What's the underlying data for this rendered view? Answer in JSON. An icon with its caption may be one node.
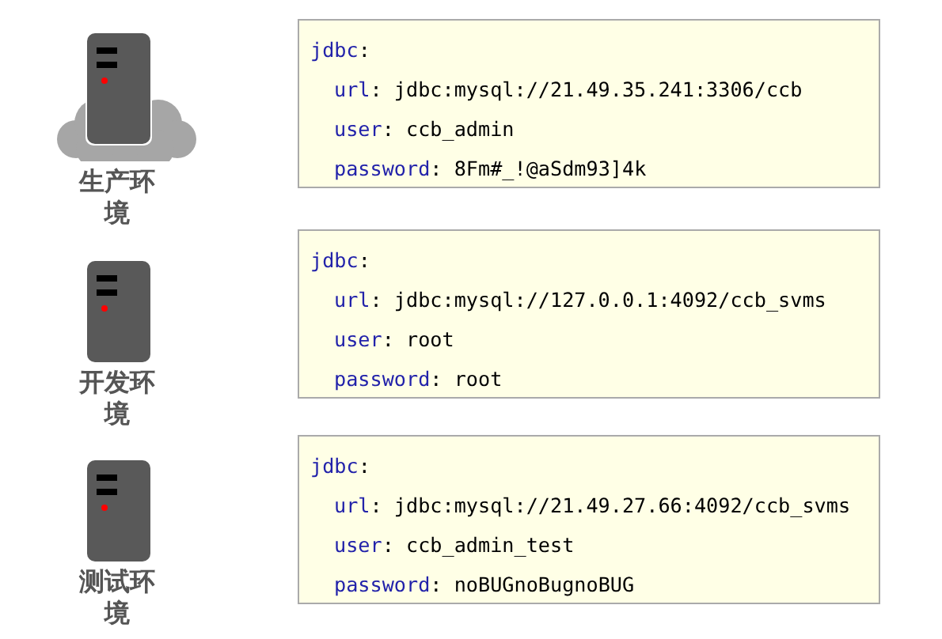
{
  "diagram": {
    "nodes": [
      {
        "text": [
          "生产环境"
        ]
      },
      {
        "text": [
          "jdbc:",
          "url: jdbc:mysql://21.49.35.241:3306/ccb",
          "user: ccb_admin",
          "password: 8Fm#_!@aSdm93]4k"
        ]
      },
      {
        "text": [
          "开发环境"
        ]
      },
      {
        "text": [
          "jdbc:",
          "url: jdbc:mysql://127.0.0.1:4092/ccb_svms",
          "user: root",
          "password: root"
        ]
      },
      {
        "text": [
          "测试环境"
        ]
      },
      {
        "text": [
          "jdbc:",
          "url: jdbc:mysql://21.49.27.66:4092/ccb_svms",
          "user: ccb_admin_test",
          "password: noBUGnoBugnoBUG"
        ]
      }
    ]
  }
}
